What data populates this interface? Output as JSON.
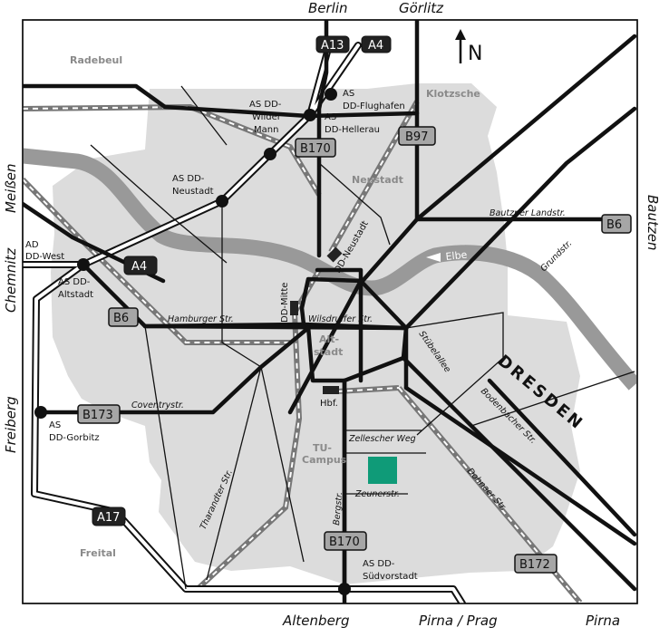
{
  "edges": {
    "berlin": "Berlin",
    "goerlitz": "Görlitz",
    "meissen": "Meißen",
    "bautzen": "Bautzen",
    "chemnitz": "Chemnitz",
    "freiberg": "Freiberg",
    "altenberg": "Altenberg",
    "pirna_prag": "Pirna / Prag",
    "pirna": "Pirna"
  },
  "north": "N",
  "city": "DRESDEN",
  "river": "Elbe",
  "districts": {
    "radebeul": "Radebeul",
    "klotzsche": "Klotzsche",
    "neustadt": "Neustadt",
    "altstadt_1": "Alt-",
    "altstadt_2": "stadt",
    "tu_1": "TU-",
    "tu_2": "Campus",
    "freital": "Freital"
  },
  "shields": {
    "a13": "A13",
    "a4_top": "A4",
    "a4_west": "A4",
    "b170_top": "B170",
    "b97": "B97",
    "b6_east": "B6",
    "b6_west": "B6",
    "b173": "B173",
    "a17": "A17",
    "b170_bottom": "B170",
    "b172": "B172"
  },
  "junctions": {
    "wilder_mann_1": "AS DD-",
    "wilder_mann_2": "Wilder",
    "wilder_mann_3": "Mann",
    "flughafen_1": "AS",
    "flughafen_2": "DD-Flughafen",
    "hellerau_1": "AS",
    "hellerau_2": "DD-Hellerau",
    "neustadt_1": "AS DD-",
    "neustadt_2": "Neustadt",
    "west_1": "AD",
    "west_2": "DD-West",
    "altstadt_1": "AS DD-",
    "altstadt_2": "Altstadt",
    "gorbitz_1": "AS",
    "gorbitz_2": "DD-Gorbitz",
    "suedvorstadt_1": "AS DD-",
    "suedvorstadt_2": "Südvorstadt"
  },
  "stations": {
    "dd_neustadt": "DD-Neustadt",
    "dd_mitte": "DD-Mitte",
    "hbf": "Hbf."
  },
  "streets": {
    "bautzner": "Bautzner Landstr.",
    "grundstr": "Grundstr.",
    "hamburger": "Hamburger Str.",
    "wilsdruffer": "Wilsdruffer Str.",
    "stuebelallee": "Stübelallee",
    "bodenbacher": "Bodenbacher Str.",
    "coventry": "Coventrystr.",
    "zellescher": "Zellescher Weg",
    "zeuner": "Zeunerstr.",
    "bergstr": "Bergstr.",
    "tharandter": "Tharandter Str.",
    "dohnaer": "Dohnaer Str."
  },
  "colors": {
    "city_area": "#dcdcdc",
    "river": "#999999",
    "road": "#111111",
    "highway_casing": "#111111",
    "rail": "#777777",
    "destination": "#0f9b78",
    "shield": "#a6a6a6",
    "autobahn_shield": "#222222"
  }
}
